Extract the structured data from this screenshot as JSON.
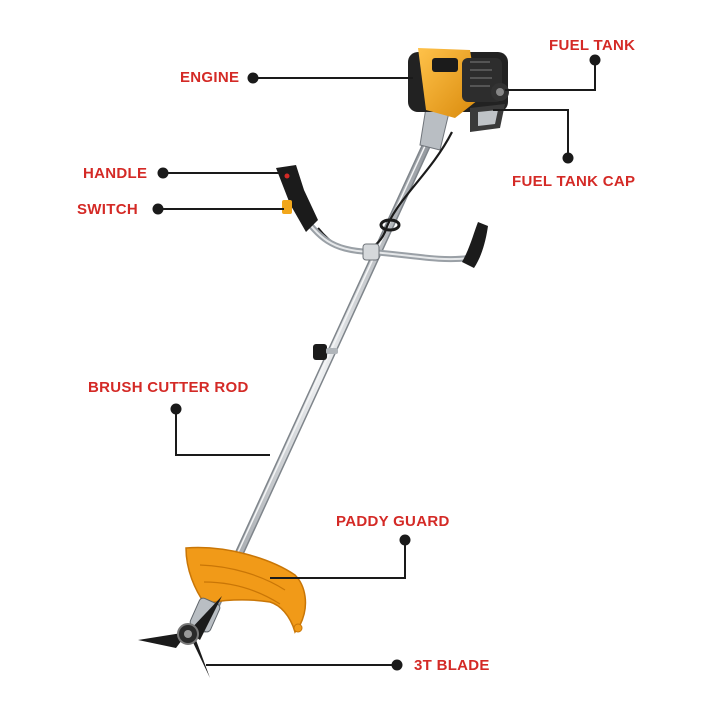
{
  "colors": {
    "label": "#d42a26",
    "leader": "#1a1a1a",
    "engine": "#f2a71c",
    "guard": "#f19a18",
    "shaft": "#c8ccd1",
    "black": "#1b1b1b"
  },
  "labels": {
    "fuel_tank": "FUEL TANK",
    "engine": "ENGINE",
    "fuel_tank_cap": "FUEL TANK CAP",
    "handle": "HANDLE",
    "switch": "SWITCH",
    "brush_cutter_rod": "BRUSH CUTTER ROD",
    "paddy_guard": "PADDY GUARD",
    "blade_3t": "3T BLADE"
  }
}
